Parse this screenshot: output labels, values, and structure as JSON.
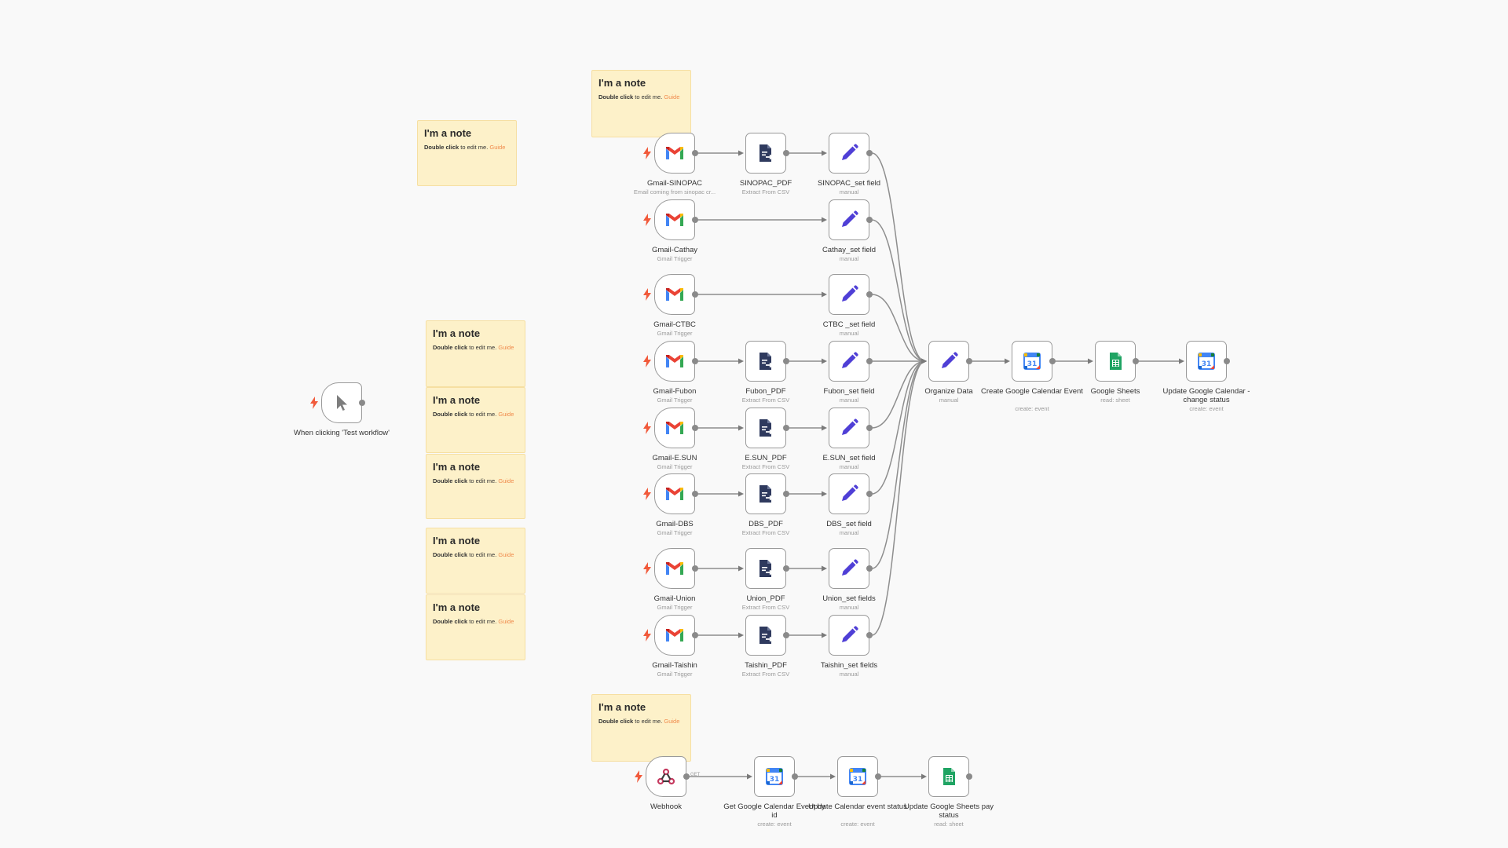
{
  "colors": {
    "canvas_bg": "#f9f9f9",
    "note_bg": "#fdf1c9",
    "note_link": "#f08a4b",
    "trigger_bolt": "#f15a3b",
    "edit_icon": "#4f3fd6",
    "extract_icon": "#2f3a5e",
    "sheets_green": "#1fa463",
    "edge": "#8e8e8e"
  },
  "notes": [
    {
      "id": "n1",
      "title": "I'm a note",
      "bold": "Double click",
      "text": " to edit me. ",
      "link": "Guide"
    },
    {
      "id": "n2",
      "title": "I'm a note",
      "bold": "Double click",
      "text": " to edit me. ",
      "link": "Guide"
    },
    {
      "id": "n3",
      "title": "I'm a note",
      "bold": "Double click",
      "text": " to edit me. ",
      "link": "Guide"
    },
    {
      "id": "n4",
      "title": "I'm a note",
      "bold": "Double click",
      "text": " to edit me. ",
      "link": "Guide"
    },
    {
      "id": "n5",
      "title": "I'm a note",
      "bold": "Double click",
      "text": " to edit me. ",
      "link": "Guide"
    },
    {
      "id": "n6",
      "title": "I'm a note",
      "bold": "Double click",
      "text": " to edit me. ",
      "link": "Guide"
    },
    {
      "id": "n7",
      "title": "I'm a note",
      "bold": "Double click",
      "text": " to edit me. ",
      "link": "Guide"
    },
    {
      "id": "n8",
      "title": "I'm a note",
      "bold": "Double click",
      "text": " to edit me. ",
      "link": "Guide"
    }
  ],
  "nodes": [
    {
      "id": "manual",
      "icon": "cursor-icon",
      "trigger": true,
      "label": "When clicking 'Test workflow'",
      "sub": ""
    },
    {
      "id": "gm_sinopac",
      "icon": "gmail-icon",
      "trigger": true,
      "label": "Gmail-SINOPAC",
      "sub": "Email coming from sinopac cr..."
    },
    {
      "id": "gm_cathay",
      "icon": "gmail-icon",
      "trigger": true,
      "label": "Gmail-Cathay",
      "sub": "Gmail Trigger"
    },
    {
      "id": "gm_ctbc",
      "icon": "gmail-icon",
      "trigger": true,
      "label": "Gmail-CTBC",
      "sub": "Gmail Trigger"
    },
    {
      "id": "gm_fubon",
      "icon": "gmail-icon",
      "trigger": true,
      "label": "Gmail-Fubon",
      "sub": "Gmail Trigger"
    },
    {
      "id": "gm_esun",
      "icon": "gmail-icon",
      "trigger": true,
      "label": "Gmail-E.SUN",
      "sub": "Gmail Trigger"
    },
    {
      "id": "gm_dbs",
      "icon": "gmail-icon",
      "trigger": true,
      "label": "Gmail-DBS",
      "sub": "Gmail Trigger"
    },
    {
      "id": "gm_union",
      "icon": "gmail-icon",
      "trigger": true,
      "label": "Gmail-Union",
      "sub": "Gmail Trigger"
    },
    {
      "id": "gm_taishin",
      "icon": "gmail-icon",
      "trigger": true,
      "label": "Gmail-Taishin",
      "sub": "Gmail Trigger"
    },
    {
      "id": "pdf_sinopac",
      "icon": "extract-file-icon",
      "trigger": false,
      "label": "SINOPAC_PDF",
      "sub": "Extract From CSV"
    },
    {
      "id": "pdf_fubon",
      "icon": "extract-file-icon",
      "trigger": false,
      "label": "Fubon_PDF",
      "sub": "Extract From CSV"
    },
    {
      "id": "pdf_esun",
      "icon": "extract-file-icon",
      "trigger": false,
      "label": "E.SUN_PDF",
      "sub": "Extract From CSV"
    },
    {
      "id": "pdf_dbs",
      "icon": "extract-file-icon",
      "trigger": false,
      "label": "DBS_PDF",
      "sub": "Extract From CSV"
    },
    {
      "id": "pdf_union",
      "icon": "extract-file-icon",
      "trigger": false,
      "label": "Union_PDF",
      "sub": "Extract From CSV"
    },
    {
      "id": "pdf_taishin",
      "icon": "extract-file-icon",
      "trigger": false,
      "label": "Taishin_PDF",
      "sub": "Extract From CSV"
    },
    {
      "id": "set_sinopac",
      "icon": "pencil-icon",
      "trigger": false,
      "label": "SINOPAC_set field",
      "sub": "manual"
    },
    {
      "id": "set_cathay",
      "icon": "pencil-icon",
      "trigger": false,
      "label": "Cathay_set field",
      "sub": "manual"
    },
    {
      "id": "set_ctbc",
      "icon": "pencil-icon",
      "trigger": false,
      "label": "CTBC _set field",
      "sub": "manual"
    },
    {
      "id": "set_fubon",
      "icon": "pencil-icon",
      "trigger": false,
      "label": "Fubon_set field",
      "sub": "manual"
    },
    {
      "id": "set_esun",
      "icon": "pencil-icon",
      "trigger": false,
      "label": "E.SUN_set field",
      "sub": "manual"
    },
    {
      "id": "set_dbs",
      "icon": "pencil-icon",
      "trigger": false,
      "label": "DBS_set field",
      "sub": "manual"
    },
    {
      "id": "set_union",
      "icon": "pencil-icon",
      "trigger": false,
      "label": "Union_set fields",
      "sub": "manual"
    },
    {
      "id": "set_taishin",
      "icon": "pencil-icon",
      "trigger": false,
      "label": "Taishin_set fields",
      "sub": "manual"
    },
    {
      "id": "organize",
      "icon": "pencil-icon",
      "trigger": false,
      "label": "Organize Data",
      "sub": "manual"
    },
    {
      "id": "create_cal",
      "icon": "google-calendar-icon",
      "trigger": false,
      "label": "Create Google Calendar Event",
      "sub": "create: event"
    },
    {
      "id": "sheets",
      "icon": "google-sheets-icon",
      "trigger": false,
      "label": "Google Sheets",
      "sub": "read: sheet"
    },
    {
      "id": "update_cal_status",
      "icon": "google-calendar-icon",
      "trigger": false,
      "label": "Update Google Calendar - change status",
      "sub": "create: event"
    },
    {
      "id": "webhook",
      "icon": "webhook-icon",
      "trigger": true,
      "label": "Webhook",
      "sub": ""
    },
    {
      "id": "get_cal",
      "icon": "google-calendar-icon",
      "trigger": false,
      "label": "Get Google Calendar Event by id",
      "sub": "create: event"
    },
    {
      "id": "update_cal_evt",
      "icon": "google-calendar-icon",
      "trigger": false,
      "label": "Update Calendar event status",
      "sub": "create: event"
    },
    {
      "id": "update_sheets",
      "icon": "google-sheets-icon",
      "trigger": false,
      "label": "Update Google Sheets pay status",
      "sub": "read: sheet"
    }
  ],
  "webhook_method": "GET",
  "connections": [
    [
      "gm_sinopac",
      "pdf_sinopac"
    ],
    [
      "pdf_sinopac",
      "set_sinopac"
    ],
    [
      "gm_cathay",
      "set_cathay"
    ],
    [
      "gm_ctbc",
      "set_ctbc"
    ],
    [
      "gm_fubon",
      "pdf_fubon"
    ],
    [
      "pdf_fubon",
      "set_fubon"
    ],
    [
      "gm_esun",
      "pdf_esun"
    ],
    [
      "pdf_esun",
      "set_esun"
    ],
    [
      "gm_dbs",
      "pdf_dbs"
    ],
    [
      "pdf_dbs",
      "set_dbs"
    ],
    [
      "gm_union",
      "pdf_union"
    ],
    [
      "pdf_union",
      "set_union"
    ],
    [
      "gm_taishin",
      "pdf_taishin"
    ],
    [
      "pdf_taishin",
      "set_taishin"
    ],
    [
      "set_sinopac",
      "organize"
    ],
    [
      "set_cathay",
      "organize"
    ],
    [
      "set_ctbc",
      "organize"
    ],
    [
      "set_fubon",
      "organize"
    ],
    [
      "set_esun",
      "organize"
    ],
    [
      "set_dbs",
      "organize"
    ],
    [
      "set_union",
      "organize"
    ],
    [
      "set_taishin",
      "organize"
    ],
    [
      "organize",
      "create_cal"
    ],
    [
      "create_cal",
      "sheets"
    ],
    [
      "sheets",
      "update_cal_status"
    ],
    [
      "webhook",
      "get_cal"
    ],
    [
      "get_cal",
      "update_cal_evt"
    ],
    [
      "update_cal_evt",
      "update_sheets"
    ]
  ]
}
